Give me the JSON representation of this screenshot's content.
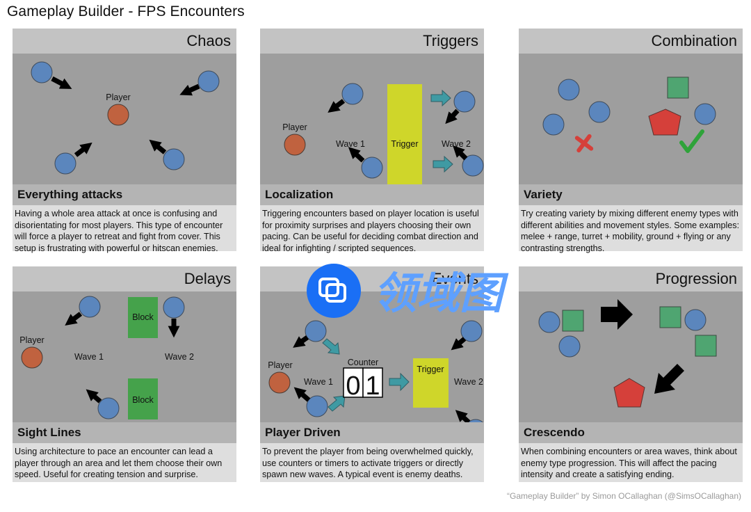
{
  "title": "Gameplay Builder - FPS Encounters",
  "credit": "“Gameplay Builder” by Simon OCallaghan (@SimsOCallaghan)",
  "colors": {
    "header_bg": "#c3c3c3",
    "scene_bg": "#9e9e9e",
    "subheader_bg": "#b4b4b4",
    "desc_bg": "#dedede",
    "enemy_blue": "#5b86bd",
    "player_orange": "#c0623f",
    "trigger_yellow": "#cfd62a",
    "block_green": "#45a24b",
    "heavy_green": "#4fa571",
    "boss_red": "#d5403a",
    "flow_arrow_teal": "#3f9aa3",
    "watermark_blue": "#1a6ff5"
  },
  "panels": [
    {
      "header": "Chaos",
      "subtitle": "Everything attacks",
      "description": "Having a whole area attack at once is confusing and disorientating for most players. This type of encounter will force a player to retreat and fight from cover. This setup is frustrating with powerful or hitscan enemies.",
      "labels": {
        "player": "Player"
      }
    },
    {
      "header": "Triggers",
      "subtitle": "Localization",
      "description": "Triggering encounters based on player location is useful for proximity surprises and players choosing their own pacing. Can be useful for deciding combat direction and ideal for infighting / scripted sequences.",
      "labels": {
        "player": "Player",
        "wave1": "Wave 1",
        "trigger": "Trigger",
        "wave2": "Wave 2"
      }
    },
    {
      "header": "Combination",
      "subtitle": "Variety",
      "description": "Try creating variety by mixing different enemy types with different abilities and movement styles. Some examples: melee + range, turret + mobility, ground + flying or any contrasting strengths.",
      "labels": {}
    },
    {
      "header": "Delays",
      "subtitle": "Sight Lines",
      "description": "Using architecture to pace an encounter can lead a player through an area and let them choose their own speed. Useful for creating tension and surprise.",
      "labels": {
        "player": "Player",
        "wave1": "Wave 1",
        "wave2": "Wave 2",
        "block": "Block"
      }
    },
    {
      "header": "Events",
      "subtitle": "Player Driven",
      "description": "To prevent the player from being overwhelmed quickly, use counters or timers to activate triggers or directly spawn new waves. A typical event is enemy deaths.",
      "labels": {
        "player": "Player",
        "wave1": "Wave 1",
        "counter": "Counter",
        "counter_digit_1": "0",
        "counter_digit_2": "1",
        "trigger": "Trigger",
        "wave2": "Wave 2"
      }
    },
    {
      "header": "Progression",
      "subtitle": "Crescendo",
      "description": "When combining encounters or area waves, think about enemy type progression. This will affect the pacing intensity and create a satisfying ending.",
      "labels": {}
    }
  ],
  "watermark": {
    "text": "领域图"
  }
}
